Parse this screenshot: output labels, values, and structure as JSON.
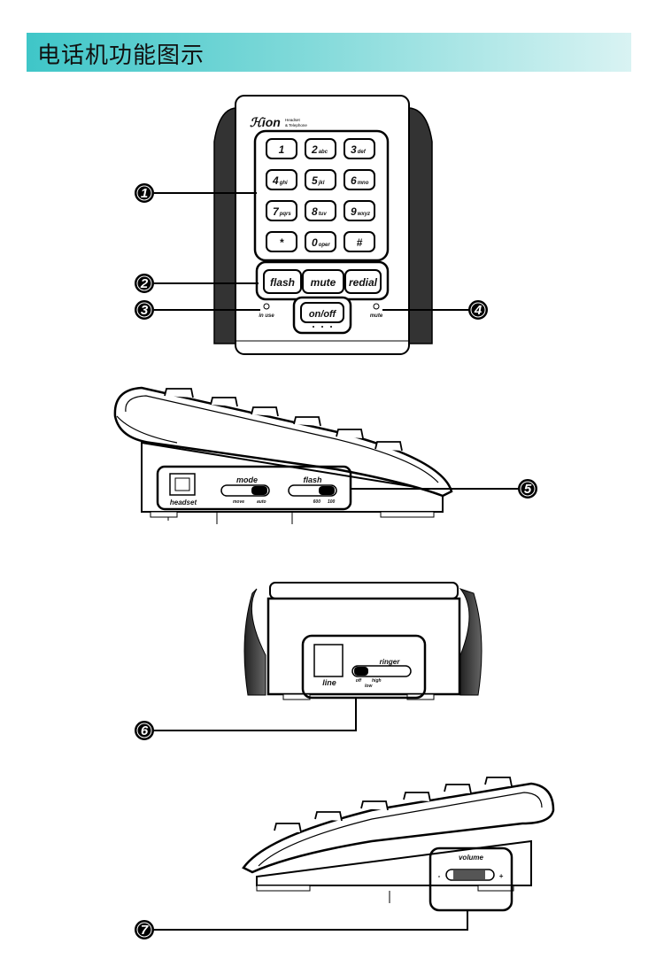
{
  "header": {
    "title": "电话机功能图示"
  },
  "brand": {
    "logo": "ℋion",
    "tagline_1": "Headset",
    "tagline_2": "& Telephone"
  },
  "keypad": {
    "keys": [
      {
        "main": "1",
        "sub": ""
      },
      {
        "main": "2",
        "sub": "abc"
      },
      {
        "main": "3",
        "sub": "def"
      },
      {
        "main": "4",
        "sub": "ghi"
      },
      {
        "main": "5",
        "sub": "jkl"
      },
      {
        "main": "6",
        "sub": "mno"
      },
      {
        "main": "7",
        "sub": "pqrs"
      },
      {
        "main": "8",
        "sub": "tuv"
      },
      {
        "main": "9",
        "sub": "wxyz"
      },
      {
        "main": "*",
        "sub": ""
      },
      {
        "main": "0",
        "sub": "oper"
      },
      {
        "main": "#",
        "sub": ""
      }
    ]
  },
  "function_keys": {
    "flash": "flash",
    "mute": "mute",
    "redial": "redial",
    "onoff": "on/off"
  },
  "indicators": {
    "in_use": "in use",
    "mute": "mute"
  },
  "side_panel": {
    "headset": "headset",
    "mode": "mode",
    "mode_left": "move",
    "mode_right": "auto",
    "flash": "flash",
    "flash_left": "600",
    "flash_right": "100"
  },
  "back_panel": {
    "line": "line",
    "ringer": "ringer",
    "off": "off",
    "low": "low",
    "high": "high"
  },
  "volume_panel": {
    "volume": "volume",
    "minus": "-",
    "plus": "+"
  },
  "callouts": [
    "1",
    "2",
    "3",
    "4",
    "5",
    "6",
    "7"
  ]
}
